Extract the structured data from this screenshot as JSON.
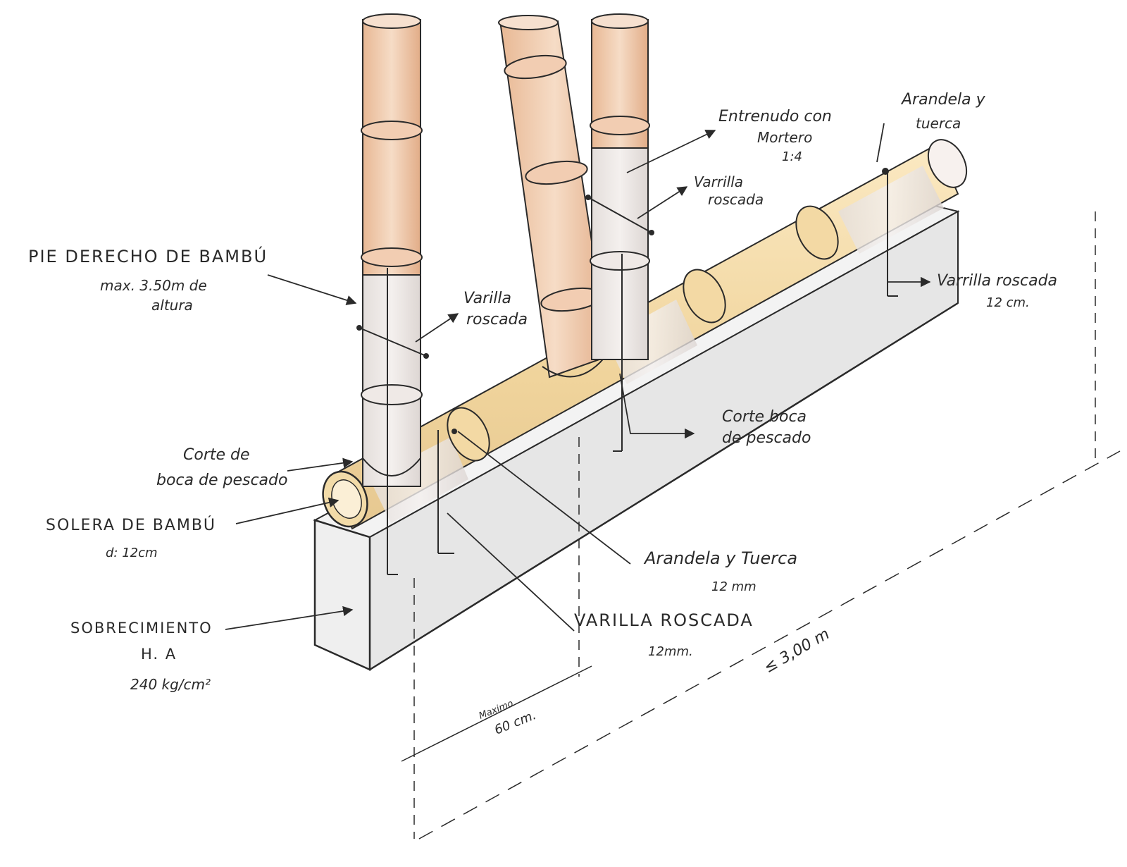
{
  "labels": {
    "pie_derecho": "PIE DERECHO DE BAMBÚ",
    "pie_derecho_note1": "max. 3.50m de",
    "pie_derecho_note2": "altura",
    "varilla_left1": "Varilla",
    "varilla_left2": "roscada",
    "varilla_mid1": "Varrilla",
    "varilla_mid2": "roscada",
    "entrenudo1": "Entrenudo con",
    "entrenudo2": "Mortero",
    "entrenudo3": "1:4",
    "arandela_top1": "Arandela y",
    "arandela_top2": "tuerca",
    "varrilla_right": "Varrilla roscada",
    "varrilla_right_size": "12 cm.",
    "corte_right1": "Corte boca",
    "corte_right2": "de pescado",
    "corte_left1": "Corte de",
    "corte_left2": "boca de pescado",
    "solera": "SOLERA DE BAMBÚ",
    "solera_d": "d: 12cm",
    "arandela_bottom": "Arandela y Tuerca",
    "arandela_bottom_size": "12 mm",
    "varilla_bottom": "VARILLA ROSCADA",
    "varilla_bottom_size": "12mm.",
    "sobrecimiento1": "SOBRECIMIENTO",
    "sobrecimiento2": "H. A",
    "sobrecimiento3": "240 kg/cm²",
    "dim_max": "Maximo",
    "dim_60": "60 cm.",
    "dim_300": "≤ 3,00 m"
  },
  "colors": {
    "ink": "#2a2a2a",
    "bamboo": "#efc9a8",
    "bamboo_dark": "#d9a27c",
    "solera": "#f1dca7",
    "mortar": "#e8e1dc",
    "concrete": "#ececec"
  }
}
